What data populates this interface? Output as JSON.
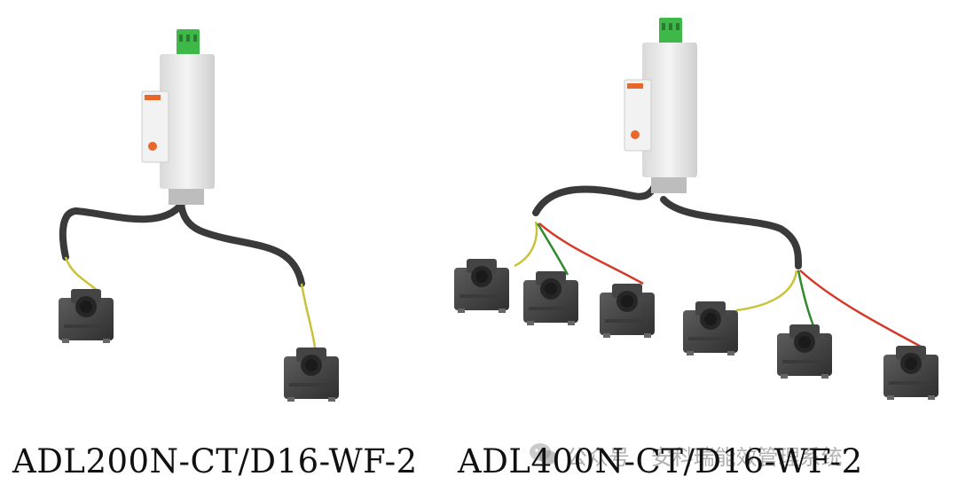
{
  "products": [
    {
      "model": "ADL200N-CT/D16-WF-2"
    },
    {
      "model": "ADL400N-CT/D16-WF-2"
    }
  ],
  "watermark": {
    "prefix": "公众号",
    "separator": "·",
    "account": "安科瑞能效管理系统",
    "icon": "wechat-icon"
  },
  "colors": {
    "cable": "#3a3a3a",
    "wire_yellow": "#c9c23a",
    "wire_green": "#2e8b2e",
    "wire_red": "#d33a2a",
    "terminal_green": "#3fb84a",
    "brand_orange": "#e8672a",
    "meter_body": "#ececec",
    "ct_body": "#4a4a4a"
  }
}
